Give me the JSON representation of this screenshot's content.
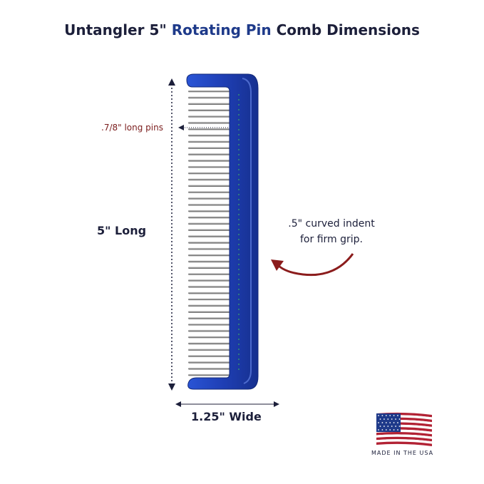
{
  "title": {
    "part1": "Untangler 5\" ",
    "part2": "Rotating Pin",
    "part3": " Comb Dimensions"
  },
  "labels": {
    "pins": ".7/8\" long pins",
    "length": "5\" Long",
    "indent_line1": ".5\" curved indent",
    "indent_line2": "for firm grip.",
    "width": "1.25\" Wide",
    "made_in": "MADE IN THE USA"
  },
  "colors": {
    "comb_blue": "#1f3fb5",
    "accent_red": "#8b1c1c",
    "title_navy": "#1c1f3a"
  },
  "icons": [
    "us-flag-icon",
    "curved-arrow-icon",
    "dimension-arrow-icon"
  ]
}
